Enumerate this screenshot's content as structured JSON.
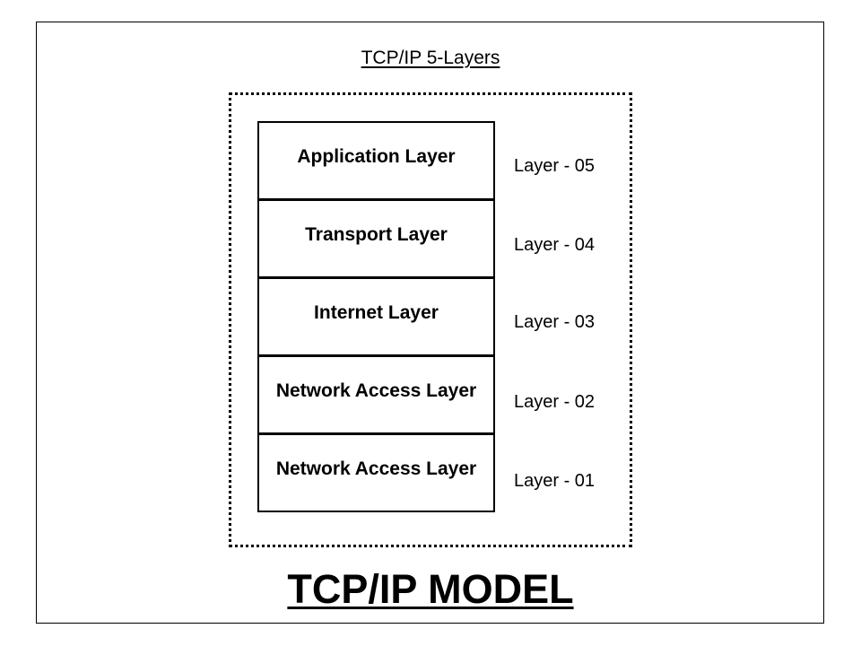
{
  "diagram": {
    "title": "TCP/IP 5-Layers",
    "model_title": "TCP/IP MODEL",
    "layers": [
      {
        "name": "Application Layer",
        "label": "Layer - 05"
      },
      {
        "name": "Transport Layer",
        "label": "Layer - 04"
      },
      {
        "name": "Internet Layer",
        "label": "Layer - 03"
      },
      {
        "name": "Network Access Layer",
        "label": "Layer - 02"
      },
      {
        "name": "Network Access Layer",
        "label": "Layer - 01"
      }
    ]
  }
}
